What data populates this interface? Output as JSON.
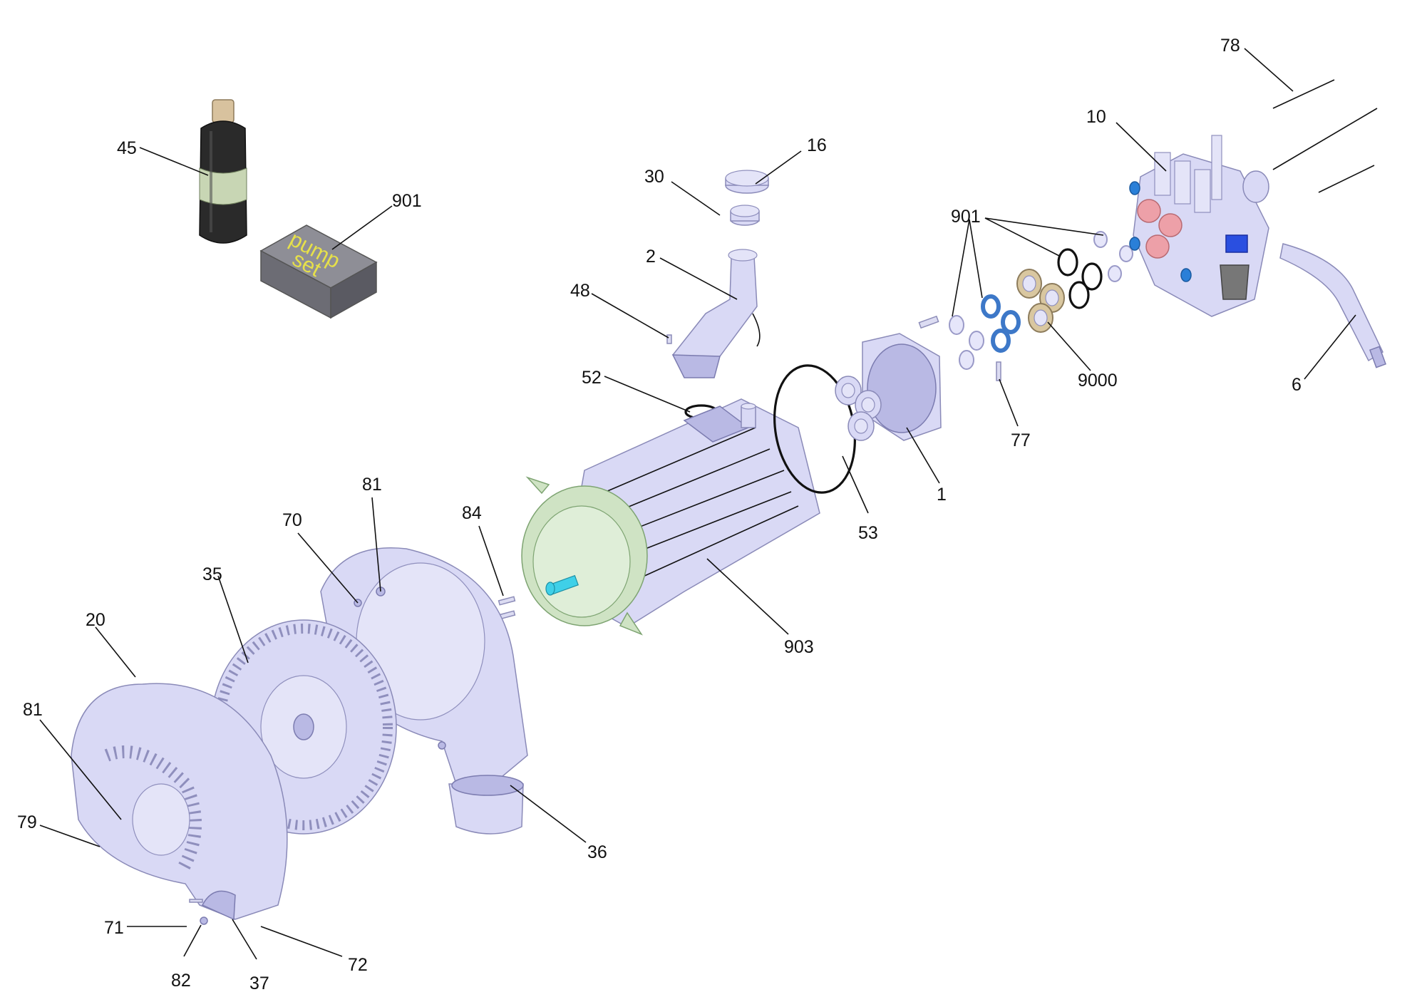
{
  "labels": {
    "l45": "45",
    "l901_box": "901",
    "box_text_1": "pump",
    "box_text_2": "set",
    "l30": "30",
    "l16": "16",
    "l2": "2",
    "l48": "48",
    "l52": "52",
    "l901_seals": "901",
    "l78": "78",
    "l10": "10",
    "l6": "6",
    "l9000": "9000",
    "l77": "77",
    "l1": "1",
    "l53": "53",
    "l903": "903",
    "l84": "84",
    "l81_top": "81",
    "l70": "70",
    "l35": "35",
    "l20": "20",
    "l81_left": "81",
    "l79": "79",
    "l36": "36",
    "l71": "71",
    "l82": "82",
    "l37": "37",
    "l72": "72"
  },
  "colors": {
    "part": "#d9d9f5",
    "motor_end_cap": "#cfe3c4",
    "shaft": "#3fd0e8",
    "seal_blue": "#2a7fd8",
    "valve_pink": "#eda0a8",
    "bottle": "#2a2a2a",
    "box": "#7a7a82",
    "box_text": "#e6e04a"
  }
}
